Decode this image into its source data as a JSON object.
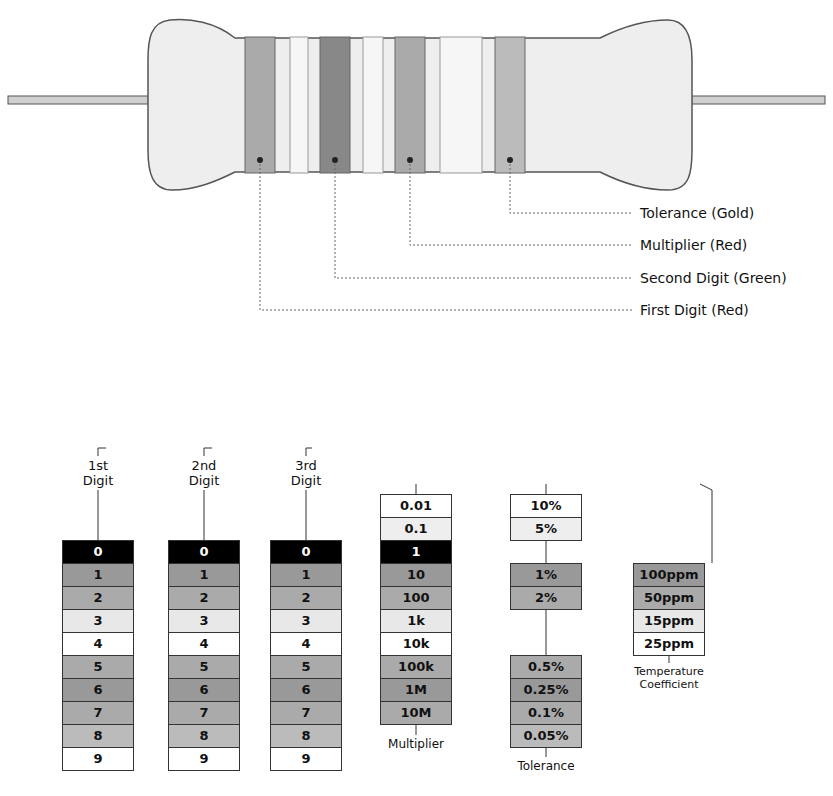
{
  "diagram": {
    "labels": [
      "Tolerance (Gold)",
      "Multiplier (Red)",
      "Second Digit (Green)",
      "First Digit (Red)",
      "1st Digit",
      "2nd Digit",
      "3rd Digit",
      "0",
      "1",
      "2",
      "3",
      "4",
      "5",
      "6",
      "7",
      "8",
      "9",
      "0",
      "1",
      "2",
      "3",
      "4",
      "5",
      "6",
      "7",
      "8",
      "9",
      "0",
      "1",
      "2",
      "3",
      "4",
      "5",
      "6",
      "7",
      "8",
      "9",
      "0.01",
      "0.1",
      "1",
      "10",
      "100",
      "1k",
      "10k",
      "100k",
      "1M",
      "10M",
      "Multiplier",
      "10%",
      "5%",
      "1%",
      "2%",
      "0.5%",
      "0.25%",
      "0.1%",
      "0.05%",
      "Tolerance",
      "100ppm",
      "50ppm",
      "15ppm",
      "25ppm",
      "Temperature Coefficient"
    ]
  }
}
